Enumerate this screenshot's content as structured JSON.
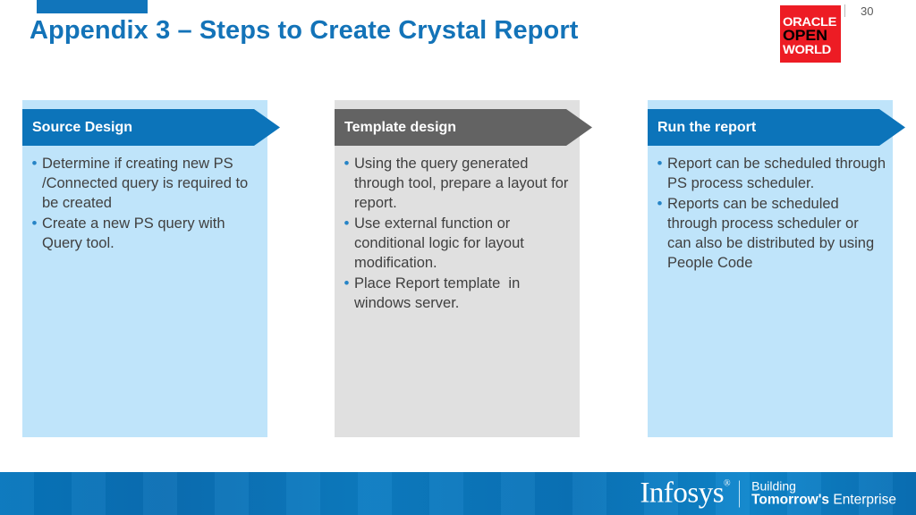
{
  "header": {
    "accent_color": "#1175bb",
    "title": "Appendix 3 – Steps to Create Crystal Report",
    "title_color": "#1373b8",
    "page_number": "30",
    "logo": {
      "name": "oracle-open-world-logo",
      "line1": "ORACLE",
      "line2": "OPEN",
      "line3": "WORLD",
      "background": "#ed1c24"
    }
  },
  "cards": [
    {
      "id": "source-design",
      "title": "Source Design",
      "header_color": "#0c74ba",
      "body_color": "#bfe4fa",
      "bullet_color": "#2684c6",
      "bullets": [
        "Determine if creating new PS /Connected query is required to be created",
        "Create a new PS query with Query tool."
      ]
    },
    {
      "id": "template-design",
      "title": "Template design",
      "header_color": "#636363",
      "body_color": "#e0e0e0",
      "bullet_color": "#2684c6",
      "bullets": [
        "Using the query generated through tool, prepare a layout for report.",
        "Use external function or conditional logic for layout modification.",
        "Place Report template  in windows server."
      ]
    },
    {
      "id": "run-the-report",
      "title": "Run the report",
      "header_color": "#0c74ba",
      "body_color": "#bfe4fa",
      "bullet_color": "#2684c6",
      "bullets": [
        "Report can be scheduled through PS process scheduler.",
        "Reports can be scheduled through process scheduler or can also be distributed by using People Code"
      ]
    }
  ],
  "footer": {
    "brand": "Infosys",
    "trademark": "®",
    "tagline_line1": "Building",
    "tagline_line2_strong": "Tomorrow's",
    "tagline_line2_light": " Enterprise",
    "background_color": "#0b76bd"
  }
}
